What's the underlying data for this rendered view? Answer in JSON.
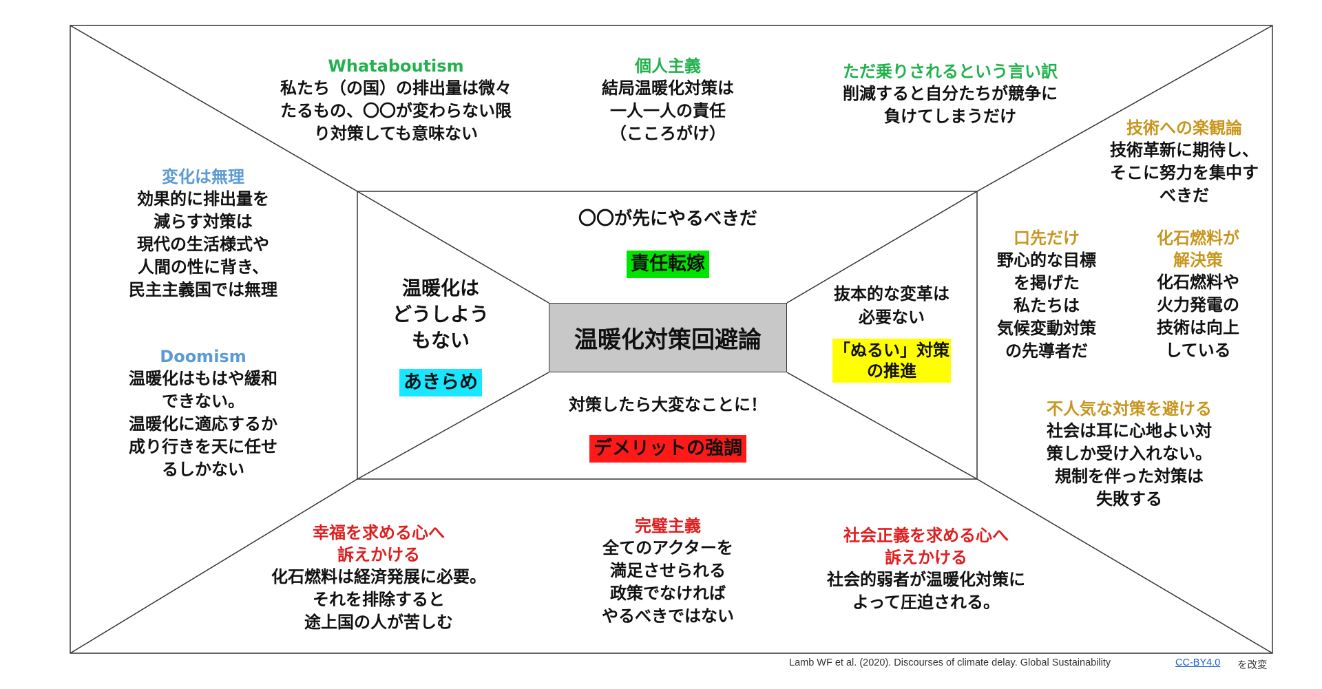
{
  "center": {
    "title": "温暖化対策回避論"
  },
  "inner_top": {
    "text": "〇〇が先にやるべきだ",
    "tag": "責任転嫁"
  },
  "inner_left": {
    "lines": [
      "温暖化は",
      "どうしよう",
      "もない"
    ],
    "tag": "あきらめ"
  },
  "inner_right": {
    "lines": [
      "抜本的な変革は",
      "必要ない"
    ],
    "tag_lines": [
      "「ぬるい」対策",
      "の推進"
    ]
  },
  "inner_bottom": {
    "text": "対策したら大変なことに！",
    "tag": "デメリットの強調"
  },
  "blocks": {
    "whataboutism": {
      "title": "Whataboutism",
      "lines": [
        "私たち（の国）の排出量は微々",
        "たるもの、〇〇が変わらない限",
        "り対策しても意味ない"
      ]
    },
    "individualism": {
      "title": "個人主義",
      "lines": [
        "結局温暖化対策は",
        "一人一人の責任",
        "（こころがけ）"
      ]
    },
    "free_rider": {
      "title": "ただ乗りされるという言い訳",
      "lines": [
        "削減すると自分たちが競争に",
        "負けてしまうだけ"
      ]
    },
    "change_impossible": {
      "title": "変化は無理",
      "lines": [
        "効果的に排出量を",
        "減らす対策は",
        "現代の生活様式や",
        "人間の性に背き、",
        "民主主義国では無理"
      ]
    },
    "doomism": {
      "title": "Doomism",
      "lines": [
        "温暖化はもはや緩和",
        "できない。",
        "温暖化に適応するか",
        "成り行きを天に任せ",
        "るしかない"
      ]
    },
    "tech_optimism": {
      "title": "技術への楽観論",
      "lines": [
        "技術革新に期待し、",
        "そこに努力を集中す",
        "べきだ"
      ]
    },
    "all_talk": {
      "title": "口先だけ",
      "lines": [
        "野心的な目標",
        "を掲げた",
        "私たちは",
        "気候変動対策",
        "の先導者だ"
      ]
    },
    "fossil_solution": {
      "title_lines": [
        "化石燃料が",
        "解決策"
      ],
      "lines": [
        "化石燃料や",
        "火力発電の",
        "技術は向上",
        "している"
      ]
    },
    "avoid_unpopular": {
      "title": "不人気な対策を避ける",
      "lines": [
        "社会は耳に心地よい対",
        "策しか受け入れない。",
        "規制を伴った対策は",
        "失敗する"
      ]
    },
    "wellbeing_appeal": {
      "title_lines": [
        "幸福を求める心へ",
        "訴えかける"
      ],
      "lines": [
        "化石燃料は経済発展に必要。",
        "それを排除すると",
        "途上国の人が苦しむ"
      ]
    },
    "perfectionism": {
      "title": "完璧主義",
      "lines": [
        "全てのアクターを",
        "満足させられる",
        "政策でなければ",
        "やるべきではない"
      ]
    },
    "social_justice": {
      "title_lines": [
        "社会正義を求める心へ",
        "訴えかける"
      ],
      "lines": [
        "社会的弱者が温暖化対策に",
        "よって圧迫される。"
      ]
    }
  },
  "footer": {
    "citation": "Lamb WF et al. (2020). Discourses of climate delay. Global Sustainability",
    "license": "CC-BY4.0",
    "suffix": "を改変"
  },
  "colors": {
    "green": "#22b14c",
    "blue": "#5b9bd5",
    "gold": "#c8961e",
    "red": "#e01e1e",
    "center_fill": "#c8c8c8"
  }
}
